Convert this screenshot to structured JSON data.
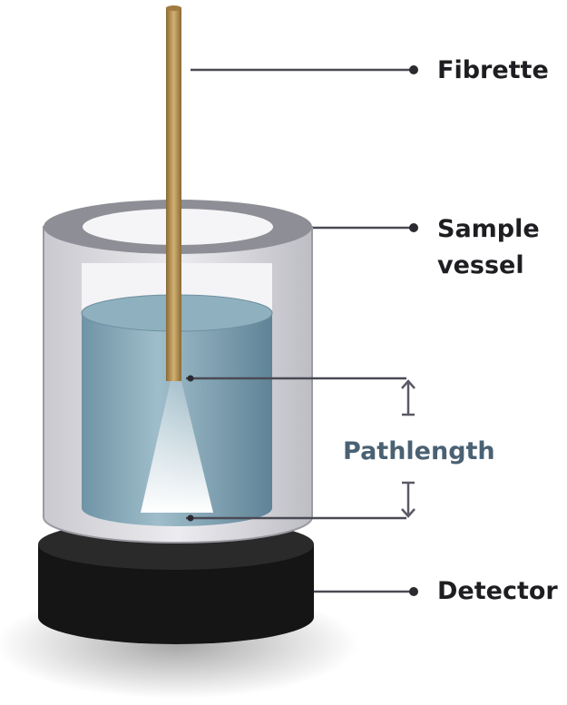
{
  "labels": {
    "fibrette": "Fibrette",
    "sample_vessel_line1": "Sample",
    "sample_vessel_line2": "vessel",
    "pathlength": "Pathlength",
    "detector": "Detector"
  },
  "colors": {
    "liquid": "#7fa3b4",
    "fibrette": "#b08a4a",
    "detector": "#151515",
    "pathlength_text": "#4a6173",
    "leader_line": "#4a4a55"
  }
}
